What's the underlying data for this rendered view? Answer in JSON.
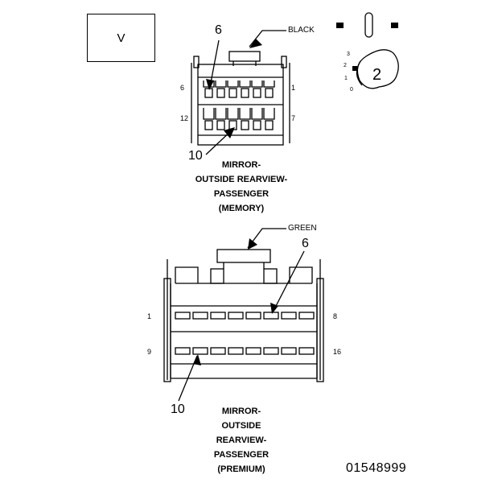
{
  "view_label": "V",
  "connector_top": {
    "color_label": "BLACK",
    "pin_callouts": [
      "6",
      "10"
    ],
    "row_labels": {
      "top_left": "6",
      "top_right": "1",
      "bottom_left": "12",
      "bottom_right": "7"
    },
    "caption": [
      "MIRROR-",
      "OUTSIDE REARVIEW-",
      "PASSENGER",
      "(MEMORY)"
    ]
  },
  "key_icon": {
    "numbers": [
      "3",
      "2",
      "1",
      "0"
    ],
    "key_number": "2"
  },
  "connector_bottom": {
    "color_label": "GREEN",
    "pin_callouts": [
      "6",
      "10"
    ],
    "row_labels": {
      "top_left": "1",
      "top_right": "8",
      "bottom_left": "9",
      "bottom_right": "16"
    },
    "caption": [
      "MIRROR-",
      "OUTSIDE",
      "REARVIEW-",
      "PASSENGER",
      "(PREMIUM)"
    ]
  },
  "document_id": "01548999"
}
